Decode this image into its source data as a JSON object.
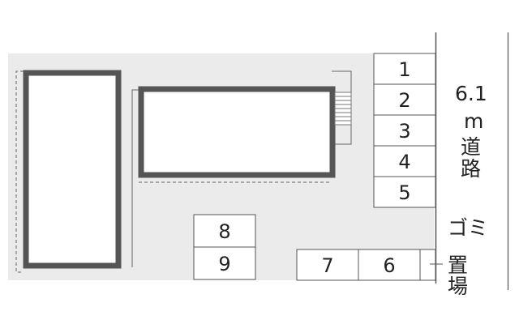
{
  "colors": {
    "background": "#ffffff",
    "lot": "#ebebeb",
    "building_fill": "#ffffff",
    "building_wall": "#555555",
    "line": "#555555",
    "text": "#222222"
  },
  "parking_spaces": [
    {
      "id": "p1",
      "label": "1"
    },
    {
      "id": "p2",
      "label": "2"
    },
    {
      "id": "p3",
      "label": "3"
    },
    {
      "id": "p4",
      "label": "4"
    },
    {
      "id": "p5",
      "label": "5"
    },
    {
      "id": "p6",
      "label": "6"
    },
    {
      "id": "p7",
      "label": "7"
    },
    {
      "id": "p8",
      "label": "8"
    },
    {
      "id": "p9",
      "label": "9"
    }
  ],
  "road": {
    "width": "6.1",
    "unit": "m",
    "label_1": "道",
    "label_2": "路"
  },
  "garbage": {
    "label_1": "ゴミ",
    "label_2": "置",
    "label_3": "場"
  }
}
